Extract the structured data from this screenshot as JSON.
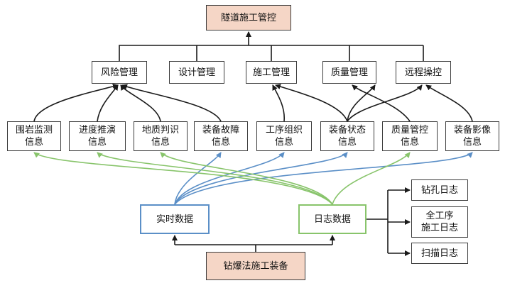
{
  "diagram": {
    "root": "隧道施工管控",
    "modules": [
      "风险管理",
      "设计管理",
      "施工管理",
      "质量管理",
      "远程操控"
    ],
    "info": [
      "围岩监测\n信息",
      "进度推演\n信息",
      "地质判识\n信息",
      "装备故障\n信息",
      "工序组织\n信息",
      "装备状态\n信息",
      "质量管控\n信息",
      "装备影像\n信息"
    ],
    "realtime": "实时数据",
    "logdata": "日志数据",
    "logs": [
      "钻孔日志",
      "全工序\n施工日志",
      "扫描日志"
    ],
    "equipment": "钻爆法施工装备",
    "colors": {
      "line": "#1a1a1a",
      "blue": "#5b8fc7",
      "green": "#88c46b",
      "pink": "#f5d6c6"
    }
  }
}
